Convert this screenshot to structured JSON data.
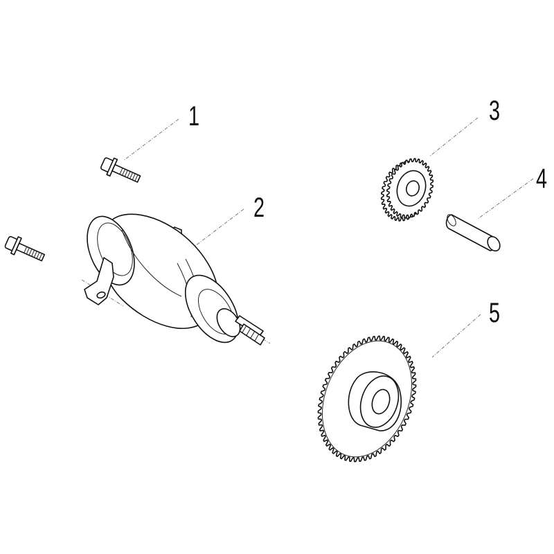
{
  "diagram": {
    "parts": [
      {
        "id": "1",
        "callout": "1",
        "name": "bolt"
      },
      {
        "id": "2",
        "callout": "2",
        "name": "starter-motor"
      },
      {
        "id": "3",
        "callout": "3",
        "name": "reduction-gear"
      },
      {
        "id": "4",
        "callout": "4",
        "name": "shaft-pin"
      },
      {
        "id": "5",
        "callout": "5",
        "name": "starter-driven-gear"
      }
    ],
    "colors": {
      "line": "#111111",
      "leader": "#777777",
      "background": "#ffffff"
    }
  }
}
